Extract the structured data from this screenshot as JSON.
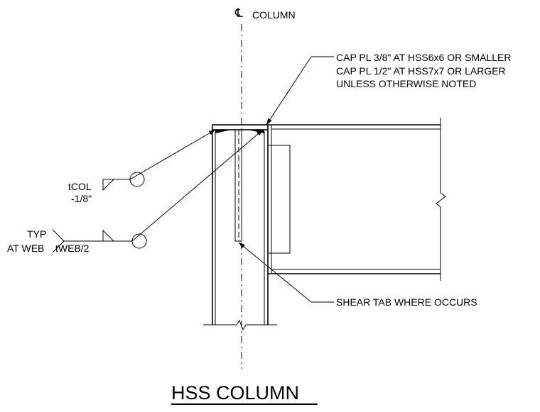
{
  "labels": {
    "centerline_symbol": "℄",
    "column": "COLUMN",
    "cap_line1": "CAP PL 3/8\" AT HSS6x6 OR SMALLER",
    "cap_line2": "CAP PL 1/2\" AT HSS7x7 OR LARGER",
    "cap_line3": "UNLESS OTHERWISE NOTED",
    "weld_top": "tCOL",
    "weld_top_sub": "-1/8\"",
    "typ": "TYP",
    "at_web": "AT WEB",
    "weld_bottom": "tWEB/2",
    "shear_tab": "SHEAR TAB WHERE OCCURS",
    "title": "HSS COLUMN"
  }
}
